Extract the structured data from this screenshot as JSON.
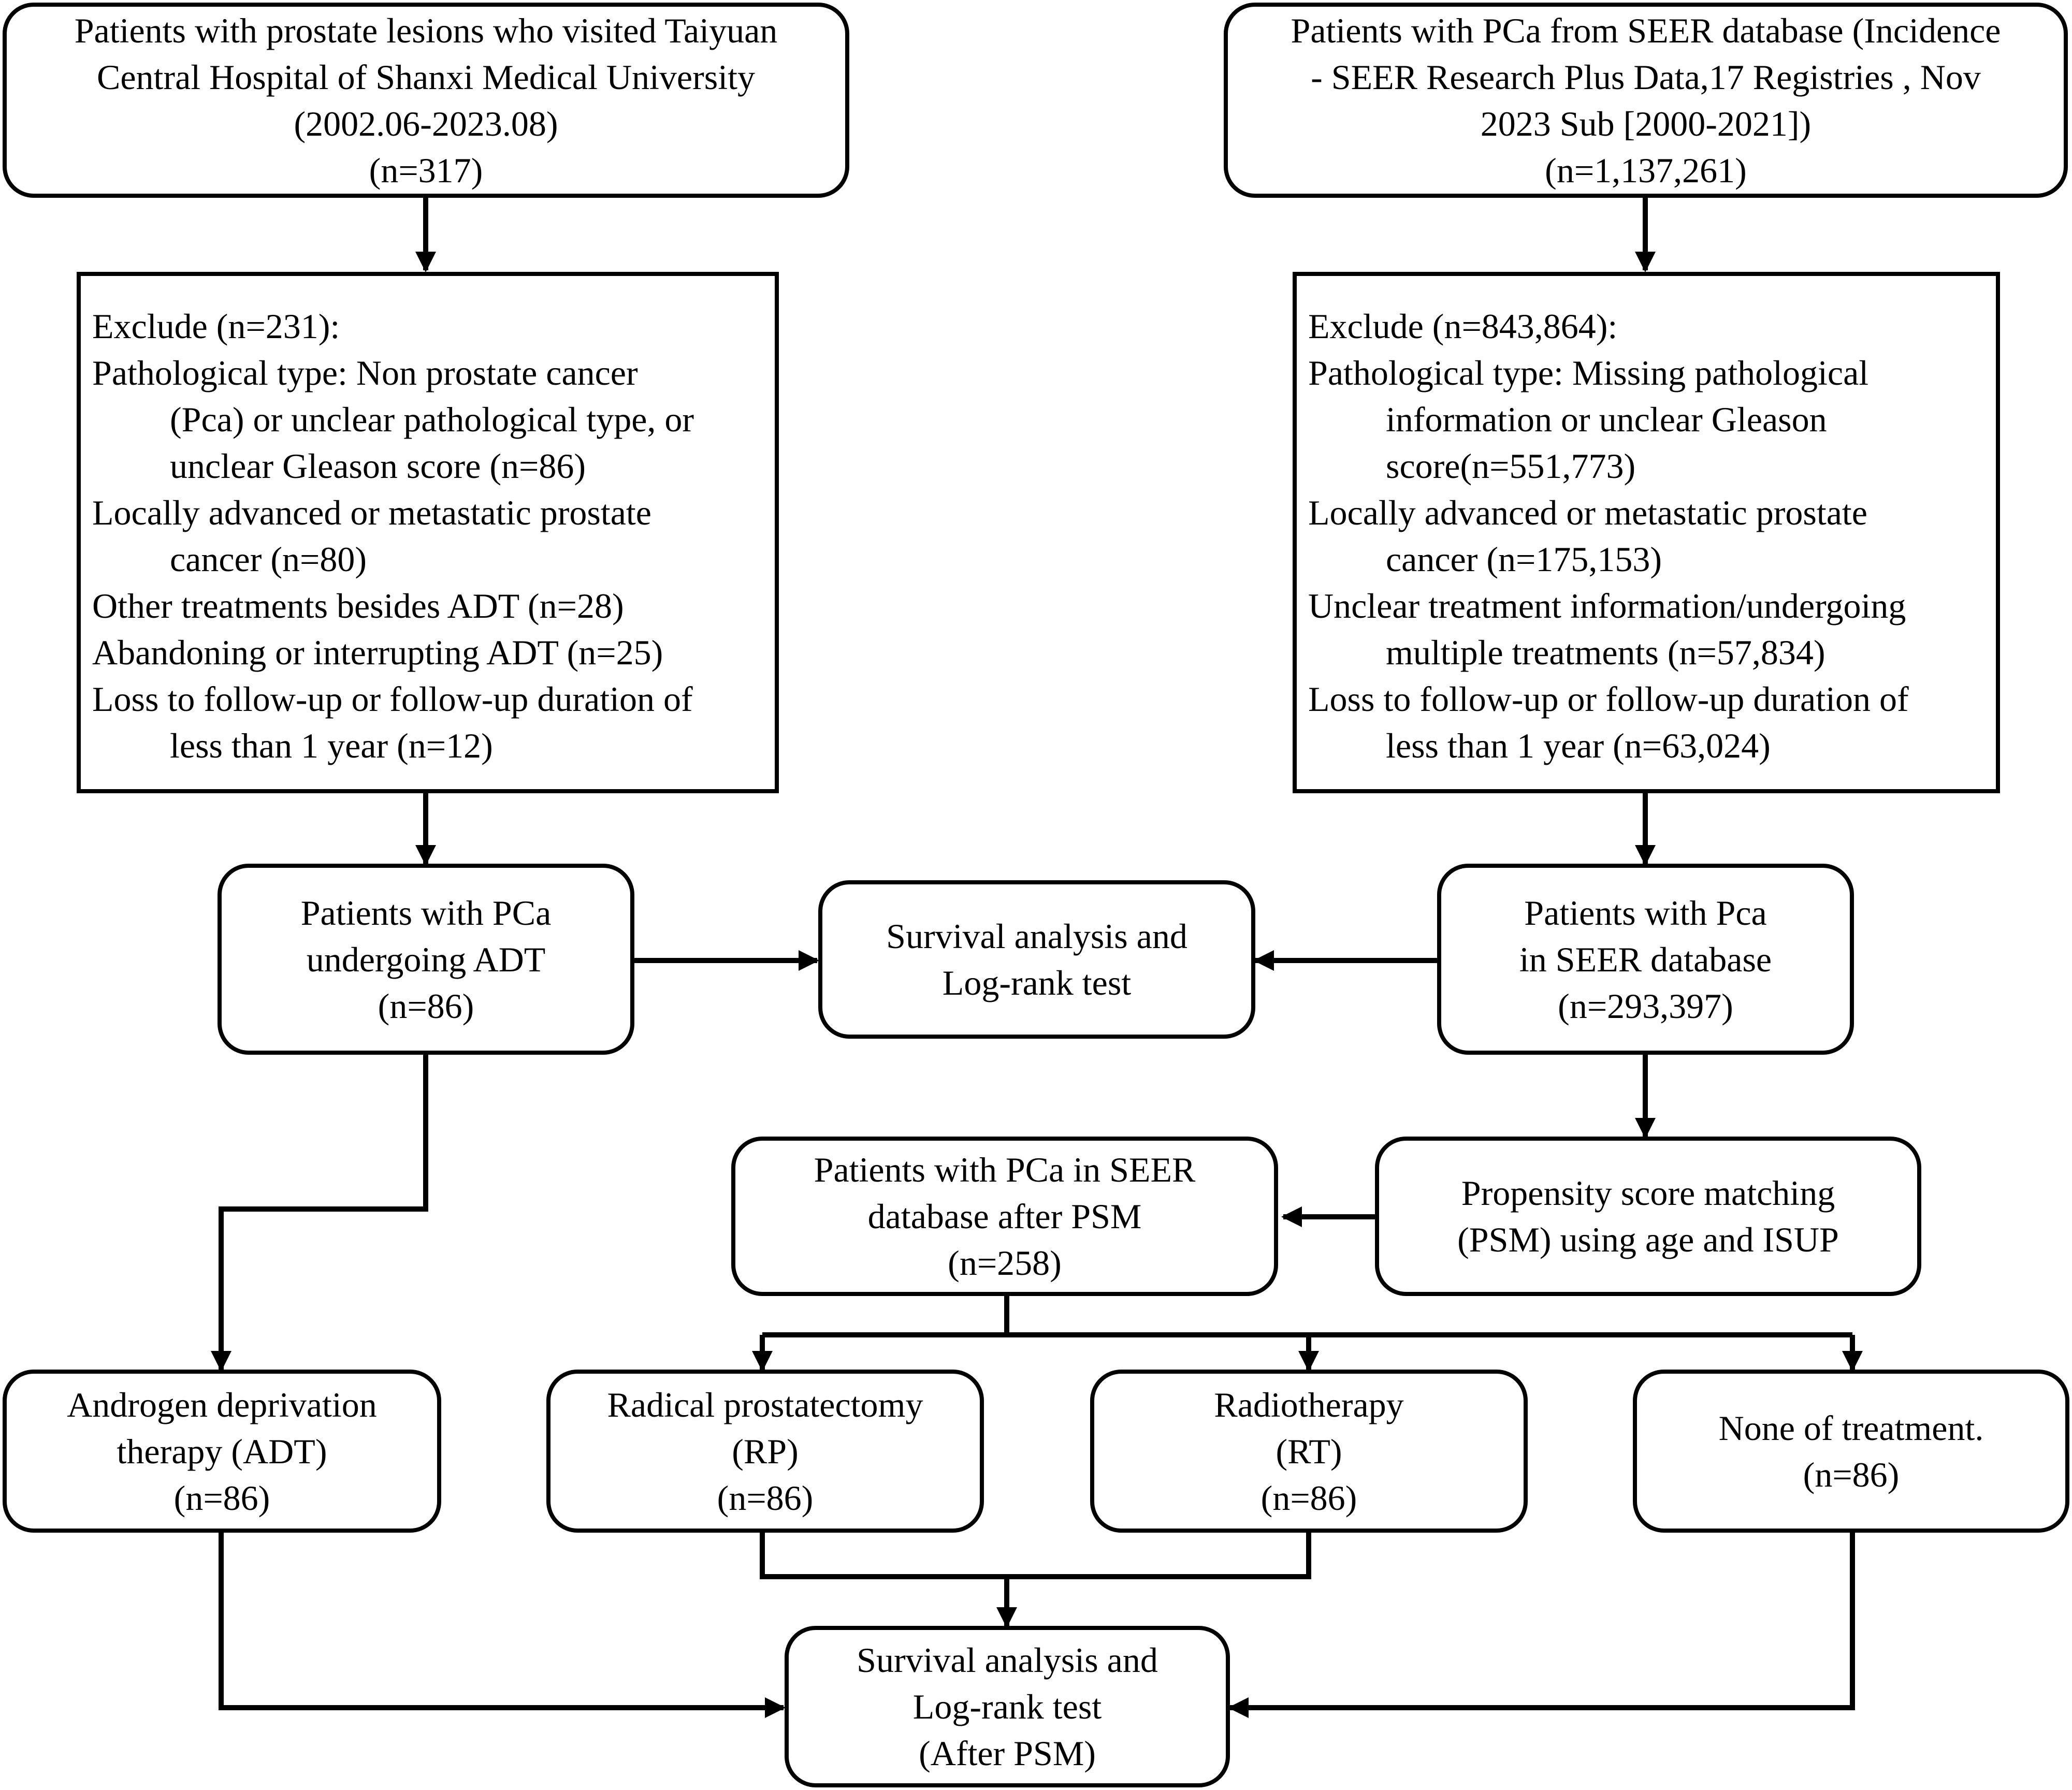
{
  "flowchart": {
    "hospital_source": [
      "Patients with prostate lesions who visited Taiyuan",
      "Central Hospital of Shanxi Medical University",
      "(2002.06-2023.08)",
      "(n=317)"
    ],
    "seer_source": [
      "Patients with PCa from SEER database (Incidence",
      "- SEER Research Plus Data,17 Registries , Nov",
      "2023 Sub [2000-2021])",
      "(n=1,137,261)"
    ],
    "hospital_exclude": [
      "Exclude (n=231):",
      "Pathological type: Non prostate cancer",
      "(Pca) or unclear pathological type, or",
      "unclear Gleason score (n=86)",
      "Locally advanced or metastatic prostate",
      "cancer (n=80)",
      "Other treatments besides ADT (n=28)",
      "Abandoning or interrupting ADT (n=25)",
      "Loss to follow-up or follow-up duration of",
      "less than 1 year (n=12)"
    ],
    "seer_exclude": [
      "Exclude (n=843,864):",
      "Pathological type: Missing pathological",
      "information or unclear Gleason",
      "score(n=551,773)",
      "Locally advanced or metastatic prostate",
      "cancer (n=175,153)",
      "Unclear treatment information/undergoing",
      "multiple treatments (n=57,834)",
      "Loss to follow-up or follow-up duration of",
      "less than 1 year (n=63,024)"
    ],
    "hospital_adt_patients": [
      "Patients with PCa",
      "undergoing ADT",
      "(n=86)"
    ],
    "survival_analysis_pre": [
      "Survival analysis and",
      "Log-rank test"
    ],
    "seer_patients": [
      "Patients with Pca",
      "in SEER database",
      "(n=293,397)"
    ],
    "psm_patients": [
      "Patients with PCa in SEER",
      "database after PSM",
      "(n=258)"
    ],
    "psm_step": [
      "Propensity score matching",
      "(PSM) using age and ISUP"
    ],
    "adt_group": [
      "Androgen deprivation",
      "therapy (ADT)",
      "(n=86)"
    ],
    "rp_group": [
      "Radical prostatectomy",
      "(RP)",
      "(n=86)"
    ],
    "rt_group": [
      "Radiotherapy",
      "(RT)",
      "(n=86)"
    ],
    "none_group": [
      "None of treatment.",
      "(n=86)"
    ],
    "survival_analysis_post": [
      "Survival analysis and",
      "Log-rank test",
      "(After PSM)"
    ]
  }
}
